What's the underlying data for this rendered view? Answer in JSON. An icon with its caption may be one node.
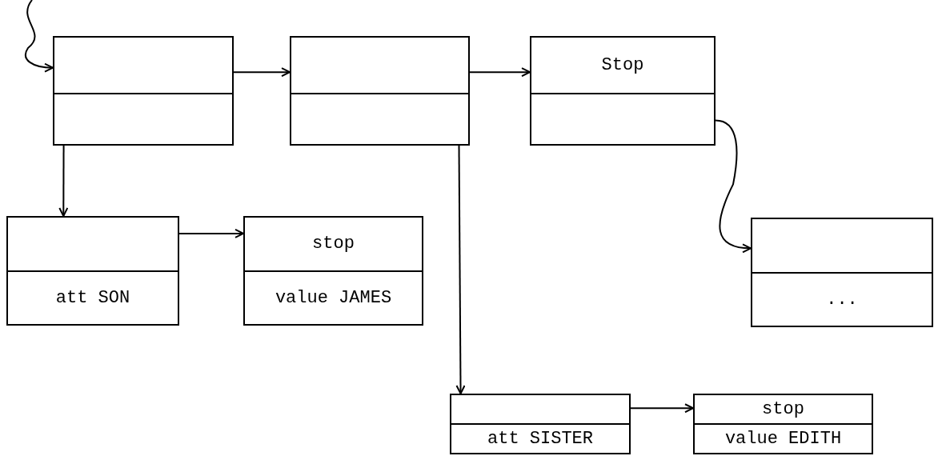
{
  "diagram": {
    "nodes": [
      {
        "text": [],
        "shape": "box"
      },
      {
        "text": [],
        "shape": "box"
      },
      {
        "text": [
          "Stop"
        ]
      },
      {
        "text": [
          "att SON"
        ]
      },
      {
        "text": [
          "stop",
          "value JAMES"
        ]
      },
      {
        "text": [
          "..."
        ]
      },
      {
        "text": [
          "att SISTER"
        ]
      },
      {
        "text": [
          "stop",
          "value EDITH"
        ]
      }
    ],
    "edges": [
      {
        "from": null,
        "to": 0,
        "arrow": "to"
      },
      {
        "from": 0,
        "to": 1,
        "arrow": "to"
      },
      {
        "from": 1,
        "to": 2,
        "arrow": "to"
      },
      {
        "from": 2,
        "to": 5,
        "arrow": "to"
      },
      {
        "from": 0,
        "to": 3,
        "arrow": "to"
      },
      {
        "from": 3,
        "to": 4,
        "arrow": "to"
      },
      {
        "from": 1,
        "to": 6,
        "arrow": "to"
      },
      {
        "from": 6,
        "to": 7,
        "arrow": "to"
      }
    ]
  }
}
